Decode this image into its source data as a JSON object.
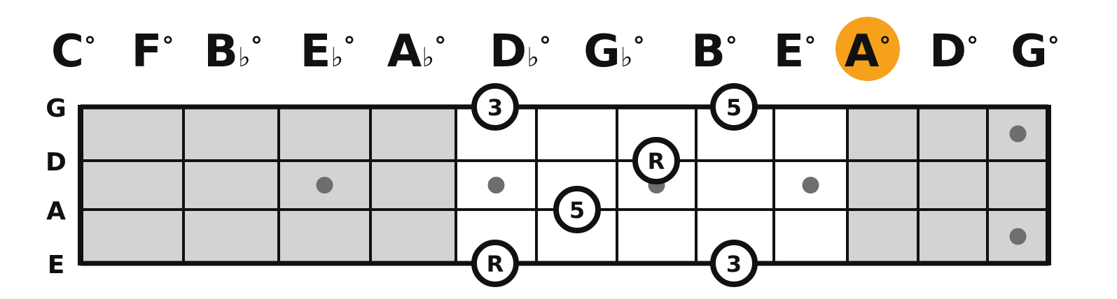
{
  "chords": [
    {
      "root": "C",
      "accidental": "",
      "symbol": "°",
      "highlighted": false
    },
    {
      "root": "F",
      "accidental": "",
      "symbol": "°",
      "highlighted": false
    },
    {
      "root": "B",
      "accidental": "♭",
      "symbol": "°",
      "highlighted": false
    },
    {
      "root": "E",
      "accidental": "♭",
      "symbol": "°",
      "highlighted": false
    },
    {
      "root": "A",
      "accidental": "♭",
      "symbol": "°",
      "highlighted": false
    },
    {
      "root": "D",
      "accidental": "♭",
      "symbol": "°",
      "highlighted": false
    },
    {
      "root": "G",
      "accidental": "♭",
      "symbol": "°",
      "highlighted": false
    },
    {
      "root": "B",
      "accidental": "",
      "symbol": "°",
      "highlighted": false
    },
    {
      "root": "E",
      "accidental": "",
      "symbol": "°",
      "highlighted": false
    },
    {
      "root": "A",
      "accidental": "",
      "symbol": "°",
      "highlighted": true
    },
    {
      "root": "D",
      "accidental": "",
      "symbol": "°",
      "highlighted": false
    },
    {
      "root": "G",
      "accidental": "",
      "symbol": "°",
      "highlighted": false
    }
  ],
  "strings": [
    "G",
    "D",
    "A",
    "E"
  ],
  "fret_count": 12,
  "highlighted_frets": [
    5,
    6,
    7,
    8,
    9
  ],
  "inlay_markers": [
    {
      "fret": 3,
      "between": "D-A"
    },
    {
      "fret": 5,
      "between": "D-A"
    },
    {
      "fret": 7,
      "between": "D-A"
    },
    {
      "fret": 9,
      "between": "D-A"
    },
    {
      "fret": 12,
      "between": "G-D"
    },
    {
      "fret": 12,
      "between": "A-E"
    }
  ],
  "notes": [
    {
      "string": "G",
      "fret": 5,
      "label": "3"
    },
    {
      "string": "G",
      "fret": 8,
      "label": "5"
    },
    {
      "string": "D",
      "fret": 7,
      "label": "R"
    },
    {
      "string": "A",
      "fret": 6,
      "label": "5"
    },
    {
      "string": "E",
      "fret": 5,
      "label": "R"
    },
    {
      "string": "E",
      "fret": 8,
      "label": "3"
    }
  ],
  "colors": {
    "highlight": "#F5A11C",
    "shaded_fret": "#D3D3D3",
    "active_fret": "#FFFFFF",
    "line": "#111111",
    "marker": "#6E6E6E",
    "note_fill": "#FFFFFF",
    "note_stroke": "#111111",
    "text": "#111111"
  }
}
